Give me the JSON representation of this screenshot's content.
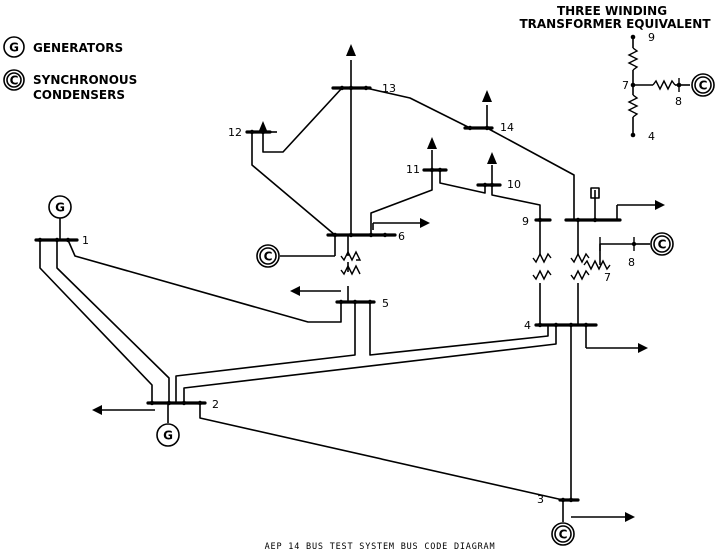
{
  "legend": {
    "generator_symbol": "G",
    "generator_label": "GENERATORS",
    "condenser_symbol": "C",
    "condenser_label_line1": "SYNCHRONOUS",
    "condenser_label_line2": "CONDENSERS"
  },
  "inset": {
    "title_line1": "THREE  WINDING",
    "title_line2": "TRANSFORMER  EQUIVALENT",
    "bus_9": "9",
    "bus_7": "7",
    "bus_8": "8",
    "bus_4": "4",
    "condenser_symbol": "C"
  },
  "buses": {
    "b1": "1",
    "b2": "2",
    "b3": "3",
    "b4": "4",
    "b5": "5",
    "b6": "6",
    "b7": "7",
    "b8": "8",
    "b9": "9",
    "b10": "10",
    "b11": "11",
    "b12": "12",
    "b13": "13",
    "b14": "14"
  },
  "symbols": {
    "gen1": "G",
    "gen2": "G",
    "cond3": "C",
    "cond6": "C",
    "cond8": "C"
  },
  "caption": "AEP 14 BUS TEST SYSTEM BUS CODE DIAGRAM"
}
